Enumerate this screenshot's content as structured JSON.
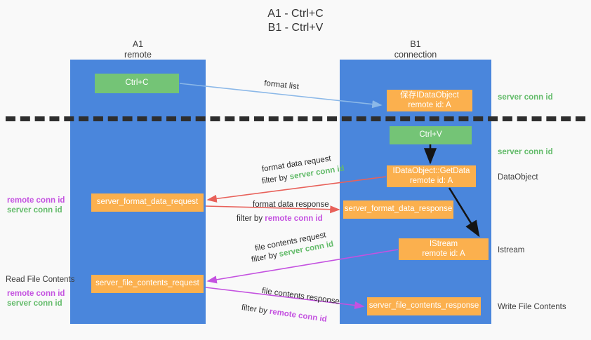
{
  "title": {
    "line1": "A1 - Ctrl+C",
    "line2": "B1 - Ctrl+V"
  },
  "lanes": [
    {
      "id": "a1",
      "name": "A1",
      "role": "remote",
      "color": "#4a86dc"
    },
    {
      "id": "b1",
      "name": "B1",
      "role": "connection",
      "color": "#4a86dc"
    }
  ],
  "colors": {
    "lane": "#4a86dc",
    "green_box": "#74c476",
    "orange_box": "#fbb04e",
    "server_conn_id": "#63bb6a",
    "remote_conn_id": "#c452e0",
    "arrow_blue": "#8bb8e8",
    "arrow_red": "#e8615a",
    "arrow_purple": "#c452e0",
    "arrow_black": "#1a1a1a",
    "divider": "#2e2e2e",
    "background": "#f9f9f9"
  },
  "boxes": [
    {
      "id": "ctrl-c",
      "label": "Ctrl+C",
      "sub": "",
      "style": "green"
    },
    {
      "id": "save-idataobject",
      "label": "保存IDataObject",
      "sub": "remote id: A",
      "style": "orange"
    },
    {
      "id": "ctrl-v",
      "label": "Ctrl+V",
      "sub": "",
      "style": "green"
    },
    {
      "id": "idataobject-getdata",
      "label": "IDataObject::GetData",
      "sub": "remote id: A",
      "style": "orange"
    },
    {
      "id": "server-format-data-request",
      "label": "server_format_data_request",
      "sub": "",
      "style": "orange"
    },
    {
      "id": "server-format-data-response",
      "label": "server_format_data_response",
      "sub": "",
      "style": "orange"
    },
    {
      "id": "istream",
      "label": "IStream",
      "sub": "remote id: A",
      "style": "orange"
    },
    {
      "id": "server-file-contents-request",
      "label": "server_file_contents_request",
      "sub": "",
      "style": "orange"
    },
    {
      "id": "server-file-contents-response",
      "label": "server_file_contents_response",
      "sub": "",
      "style": "orange"
    }
  ],
  "right_labels": [
    {
      "id": "server-conn-id-1",
      "text": "server conn id",
      "color": "green"
    },
    {
      "id": "server-conn-id-2",
      "text": "server conn id",
      "color": "green"
    },
    {
      "id": "dataobject",
      "text": "DataObject",
      "color": "dark"
    },
    {
      "id": "istream-label",
      "text": "Istream",
      "color": "dark"
    },
    {
      "id": "write-file-contents",
      "text": "Write File Contents",
      "color": "dark"
    }
  ],
  "left_labels": [
    {
      "id": "left-remote-conn-id-1",
      "text": "remote conn id",
      "color": "purple"
    },
    {
      "id": "left-server-conn-id-1",
      "text": "server conn id",
      "color": "green"
    },
    {
      "id": "read-file-contents",
      "text": "Read File Contents",
      "color": "dark"
    },
    {
      "id": "left-remote-conn-id-2",
      "text": "remote conn id",
      "color": "purple"
    },
    {
      "id": "left-server-conn-id-2",
      "text": "server conn id",
      "color": "green"
    }
  ],
  "arrow_labels": {
    "format_list": "format list",
    "format_data_request": "format data request",
    "format_data_request_filter_prefix": "filter by ",
    "format_data_request_filter_value": "server conn id",
    "format_data_response": "format data response",
    "format_data_response_filter_prefix": "filter by ",
    "format_data_response_filter_value": "remote conn id",
    "file_contents_request": "file contents request",
    "file_contents_request_filter_prefix": "filter by ",
    "file_contents_request_filter_value": "server conn id",
    "file_contents_response": "file contents response",
    "file_contents_response_filter_prefix": "filter by ",
    "file_contents_response_filter_value": "remote conn id"
  }
}
